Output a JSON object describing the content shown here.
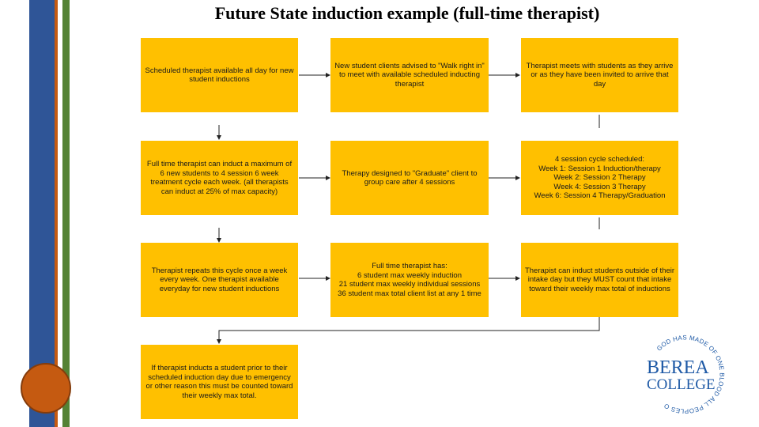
{
  "title": "Future State induction example (full-time therapist)",
  "colors": {
    "box_fill": "#ffc000",
    "stripe_blue": "#2f5597",
    "stripe_green": "#548235",
    "accent_orange": "#c55a11",
    "logo_blue": "#1f5aa6"
  },
  "boxes": {
    "b1": "Scheduled therapist available all day for new student inductions",
    "b2": "New student clients advised to \"Walk right in\" to meet with available scheduled inducting therapist",
    "b3": "Therapist meets with students as they arrive or as they have been invited to arrive that day",
    "b4": "Full time therapist can induct a maximum of 6 new students to 4 session 6 week treatment cycle each week. (all therapists can induct at 25% of max capacity)",
    "b5": "Therapy designed to \"Graduate\" client to group care after 4 sessions",
    "b6": "4 session cycle scheduled:\nWeek 1: Session 1 Induction/therapy\nWeek 2: Session 2 Therapy\nWeek 4: Session 3 Therapy\nWeek 6: Session 4 Therapy/Graduation",
    "b7": "Therapist repeats this cycle once a week every week. One therapist available everyday for new student inductions",
    "b8": "Full time therapist has:\n6 student max weekly induction\n21 student max weekly individual sessions\n36 student max total client list at any 1 time",
    "b9": "Therapist can induct students outside of their intake day but they MUST count that intake toward their weekly max total of inductions",
    "b10": "If therapist inducts a student prior to their scheduled induction day due to emergency or other reason this must be counted toward their weekly max total."
  },
  "logo": {
    "arc_text": "GOD HAS MADE OF ONE BLOOD ALL PEOPLES OF THE EARTH",
    "line1": "BEREA",
    "line2": "COLLEGE"
  }
}
